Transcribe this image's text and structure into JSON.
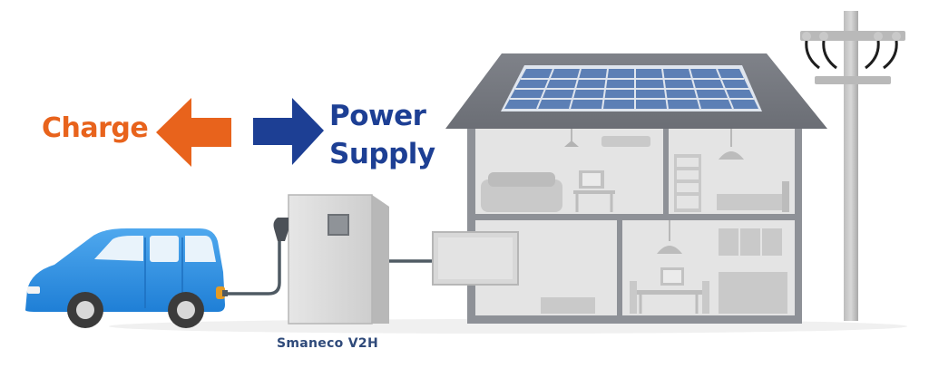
{
  "labels": {
    "charge": "Charge",
    "power_line1": "Power",
    "power_line2": "Supply",
    "v2h_unit": "Smaneco V2H"
  },
  "colors": {
    "charge_orange": "#e8631c",
    "supply_blue": "#1d3f94",
    "unit_label": "#2f4a7a",
    "car_blue": "#2d8fe0",
    "house_gray": "#c8c8c8",
    "solar_panel": "#5c7fb5"
  }
}
